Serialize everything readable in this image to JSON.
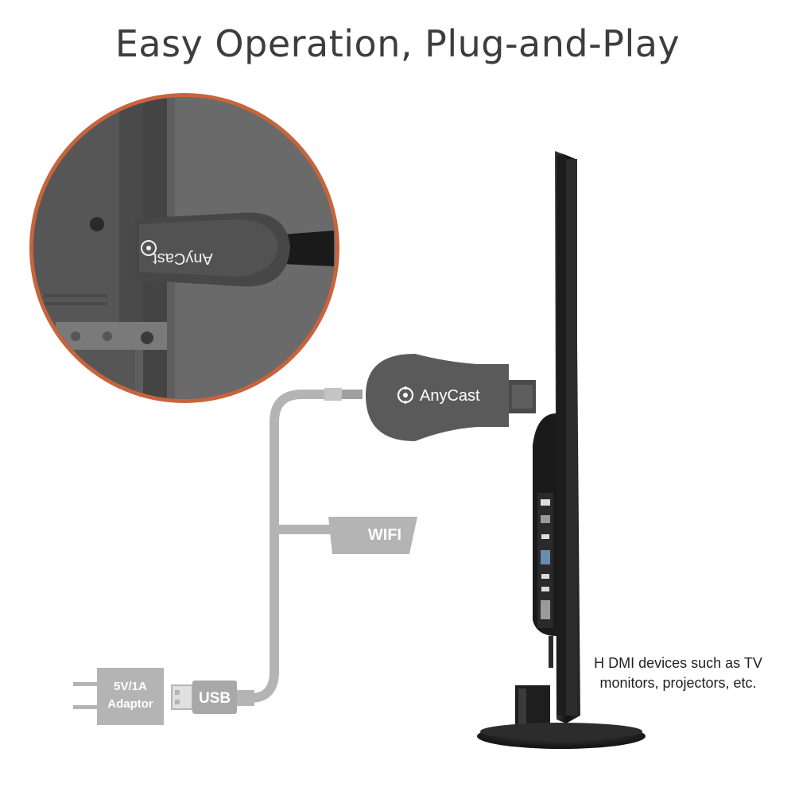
{
  "title": "Easy Operation, Plug-and-Play",
  "dongle": {
    "brand": "AnyCast",
    "zoom_brand": "AnyCast"
  },
  "labels": {
    "wifi": "WIFI",
    "usb": "USB",
    "adaptor_line1": "5V/1A",
    "adaptor_line2": "Adaptor"
  },
  "caption": {
    "line1": "H DMI devices such as TV",
    "line2": "monitors, projectors, etc."
  },
  "colors": {
    "circle_border": "#c8643c",
    "cable_gray": "#b4b4b4",
    "dongle_gray": "#5a5a5a",
    "tv_black": "#141414"
  },
  "icons": [
    "target-logo-icon",
    "power-plug-icon",
    "usb-connector-icon",
    "hdmi-connector-icon",
    "micro-usb-connector-icon"
  ]
}
